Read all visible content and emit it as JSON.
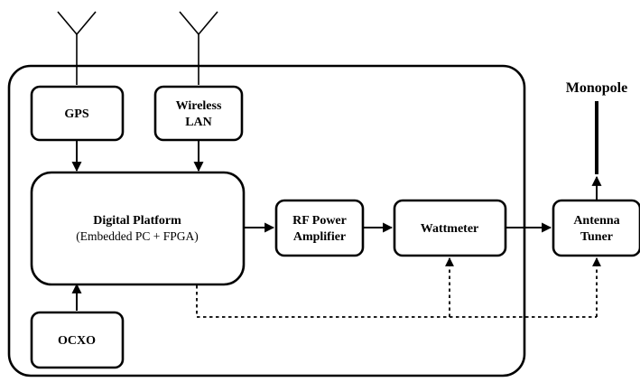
{
  "blocks": {
    "gps": "GPS",
    "wireless_lan": [
      "Wireless",
      "LAN"
    ],
    "digital_platform": {
      "title": "Digital Platform",
      "subtitle": "(Embedded PC + FPGA)"
    },
    "ocxo": "OCXO",
    "rf_power_amplifier": [
      "RF Power",
      "Amplifier"
    ],
    "wattmeter": "Wattmeter",
    "antenna_tuner": [
      "Antenna",
      "Tuner"
    ]
  },
  "monopole_label": "Monopole"
}
